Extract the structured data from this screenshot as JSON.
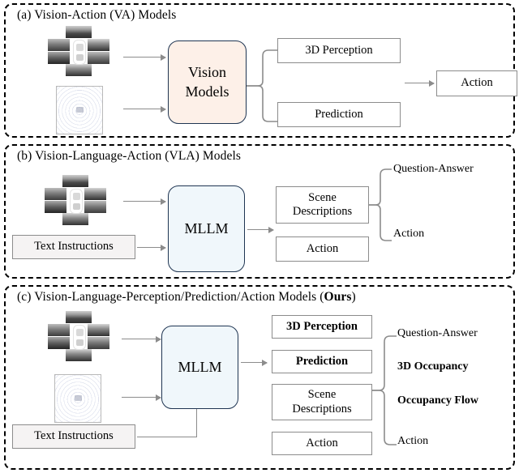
{
  "figure": {
    "panels": [
      {
        "id": "a",
        "title": "(a) Vision-Action (VA) Models",
        "model_label_line1": "Vision",
        "model_label_line2": "Models",
        "inputs": [
          {
            "name": "multi-camera-images"
          },
          {
            "name": "lidar-point-cloud"
          }
        ],
        "outputs": [
          {
            "label": "3D Perception",
            "bold": false
          },
          {
            "label": "Prediction",
            "bold": false
          }
        ],
        "final": {
          "label": "Action"
        }
      },
      {
        "id": "b",
        "title": "(b) Vision-Language-Action (VLA) Models",
        "model_label": "MLLM",
        "text_input": "Text Instructions",
        "outputs": [
          {
            "label_line1": "Scene",
            "label_line2": "Descriptions"
          },
          {
            "label": "Action"
          }
        ],
        "brace_labels": [
          {
            "text": "Question-Answer",
            "bold": false
          },
          {
            "text": "Action",
            "bold": false
          }
        ]
      },
      {
        "id": "c",
        "title_prefix": "(c) Vision-Language-Perception/Prediction/Action Models (",
        "title_bold": "Ours",
        "title_suffix": ")",
        "model_label": "MLLM",
        "text_input": "Text Instructions",
        "outputs": [
          {
            "label": "3D Perception",
            "bold": true
          },
          {
            "label": "Prediction",
            "bold": true
          },
          {
            "label_line1": "Scene",
            "label_line2": "Descriptions"
          },
          {
            "label": "Action",
            "bold": false
          }
        ],
        "brace_labels": [
          {
            "text": "Question-Answer",
            "bold": false
          },
          {
            "text": "3D Occupancy",
            "bold": true
          },
          {
            "text": "Occupancy Flow",
            "bold": true
          },
          {
            "text": "Action",
            "bold": false
          }
        ]
      }
    ],
    "colors": {
      "panel_border": "#000000",
      "vision_model_fill": "#fdf0e8",
      "mllm_fill": "#f0f7fb",
      "model_border": "#1f3552",
      "box_border": "#8c8c8c",
      "arrow": "#8c8c8c",
      "text_box_fill": "#f5f3f3"
    }
  }
}
